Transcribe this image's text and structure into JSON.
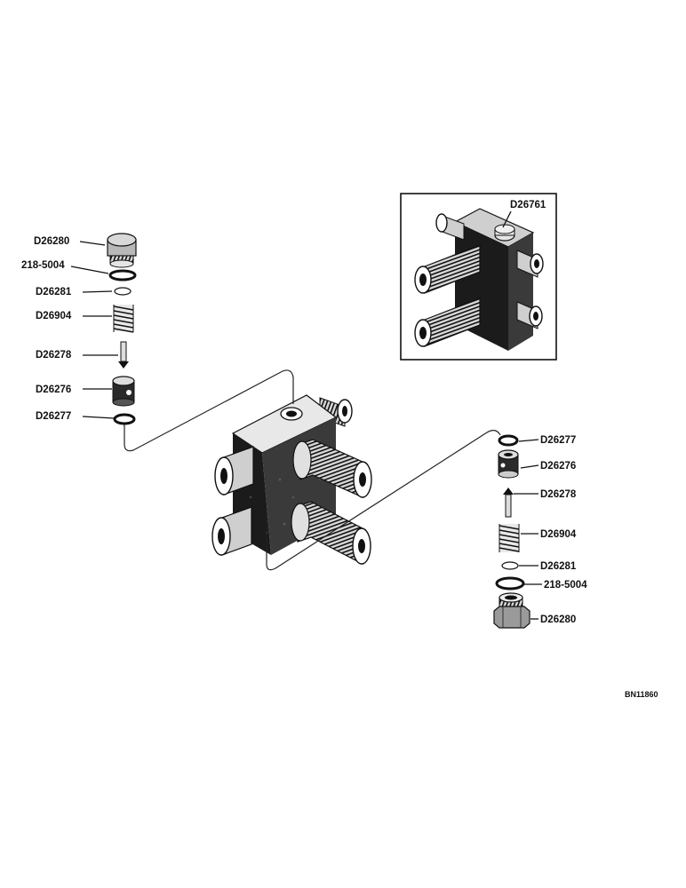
{
  "left_labels": [
    "D26280",
    "218-5004",
    "D26281",
    "D26904",
    "D26278",
    "D26276",
    "D26277"
  ],
  "right_labels": [
    "D26277",
    "D26276",
    "D26278",
    "D26904",
    "D26281",
    "218-5004",
    "D26280"
  ],
  "inset_label": "D26761",
  "figure_code": "BN11860"
}
